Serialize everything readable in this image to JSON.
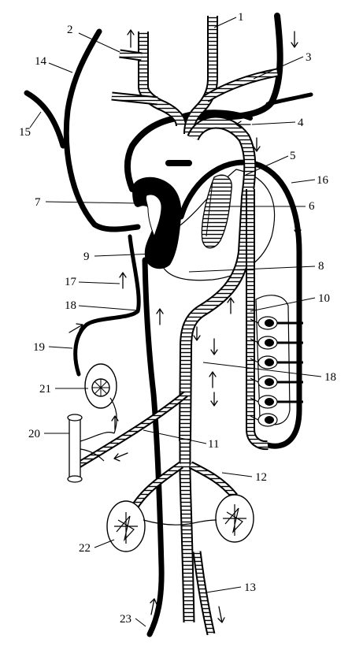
{
  "diagram": {
    "labels": [
      "1",
      "2",
      "3",
      "4",
      "5",
      "6",
      "7",
      "8",
      "9",
      "10",
      "11",
      "12",
      "13",
      "14",
      "15",
      "16",
      "17",
      "18",
      "18",
      "19",
      "20",
      "21",
      "22",
      "23"
    ]
  }
}
